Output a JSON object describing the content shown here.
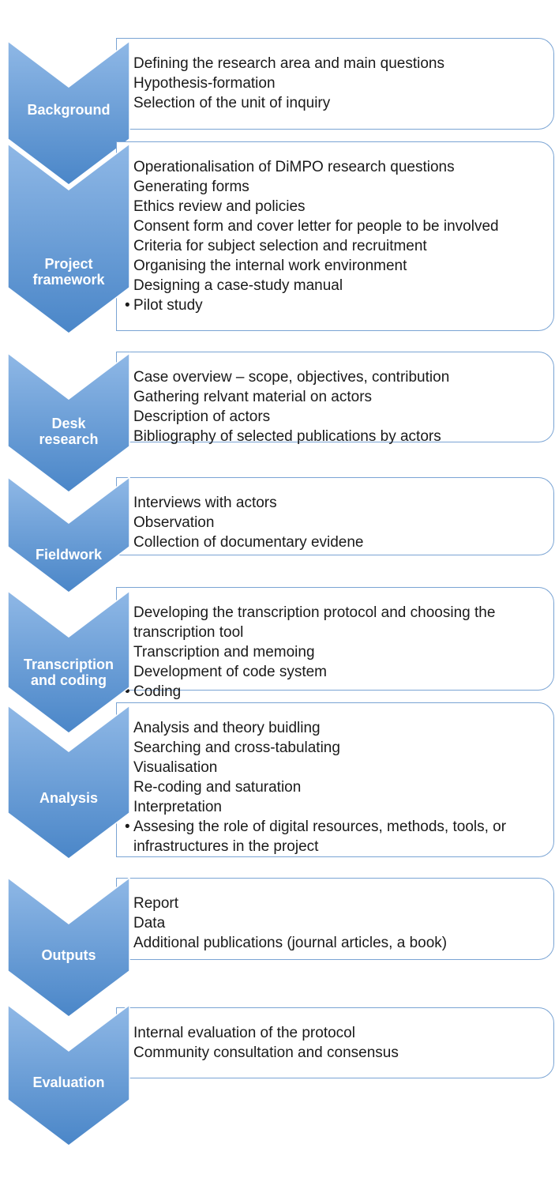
{
  "stages": [
    {
      "label": "Background",
      "items": [
        "Defining the research area and main questions",
        "Hypothesis-formation",
        "Selection of the unit of inquiry"
      ]
    },
    {
      "label": "Project\nframework",
      "items": [
        "Operationalisation of DiMPO research questions",
        "Generating forms",
        "Ethics review and policies",
        "Consent form and cover letter for people to be involved",
        "Criteria for subject selection and recruitment",
        "Organising the internal work environment",
        "Designing a case-study manual",
        "Pilot study"
      ]
    },
    {
      "label": "Desk\nresearch",
      "items": [
        "Case overview – scope, objectives, contribution",
        "Gathering relvant material on actors",
        "Description of actors",
        "Bibliography of selected publications by actors"
      ]
    },
    {
      "label": "Fieldwork",
      "items": [
        "Interviews with actors",
        "Observation",
        "Collection of documentary evidene"
      ]
    },
    {
      "label": "Transcription\nand coding",
      "items": [
        "Developing the transcription protocol and choosing the transcription tool",
        "Transcription and memoing",
        "Development of code system",
        "Coding"
      ]
    },
    {
      "label": "Analysis",
      "items": [
        "Analysis and theory buidling",
        "Searching and cross-tabulating",
        "Visualisation",
        "Re-coding and saturation",
        "Interpretation",
        "Assesing the role of digital resources, methods, tools, or infrastructures in the project"
      ]
    },
    {
      "label": "Outputs",
      "items": [
        "Report",
        "Data",
        "Additional publications (journal articles, a book)"
      ]
    },
    {
      "label": "Evaluation",
      "items": [
        "Internal evaluation of the protocol",
        "Community consultation and consensus"
      ]
    }
  ],
  "colors": {
    "chevron_top": "#8fb8e6",
    "chevron_bottom": "#4a86c8",
    "chevron_stroke": "#ffffff",
    "box_border": "#7aa4d4",
    "text": "#1a1a1a",
    "label_text": "#ffffff"
  }
}
